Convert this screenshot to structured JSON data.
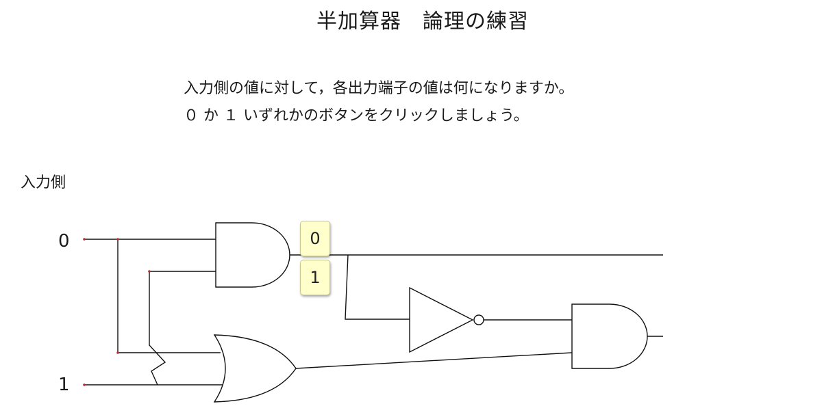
{
  "title": "半加算器　論理の練習",
  "instructions": {
    "line1": "入力側の値に対して，各出力端子の値は何になりますか。",
    "line2": "０ か １ いずれかのボタンをクリックしましょう。"
  },
  "input_side_label": "入力側",
  "inputs": {
    "a": "0",
    "b": "1"
  },
  "answer_buttons": {
    "zero": "0",
    "one": "1"
  },
  "gates": [
    "AND",
    "OR",
    "NOT",
    "AND"
  ]
}
